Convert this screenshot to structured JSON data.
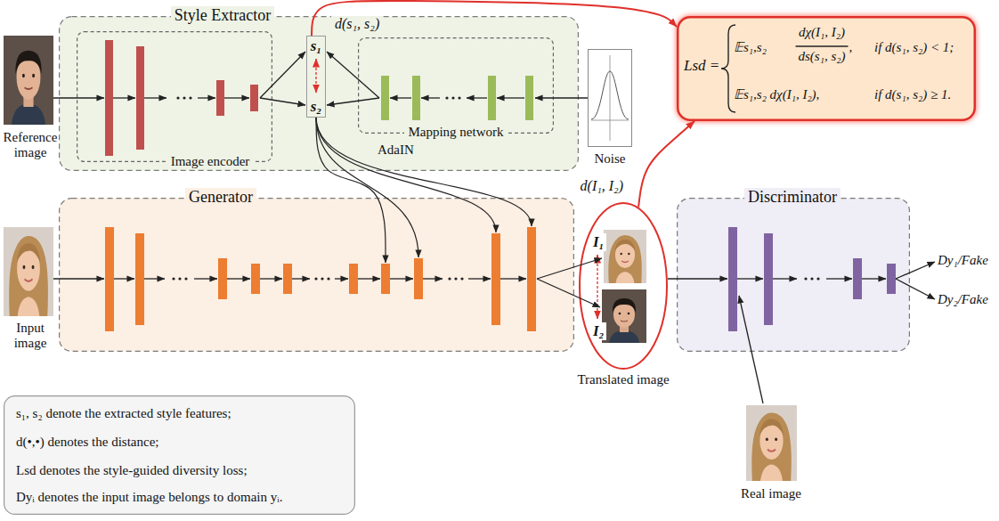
{
  "diagram": {
    "nodes": [
      {
        "text": [
          "Style Extractor"
        ]
      },
      {
        "text": [
          "Image encoder"
        ],
        "in": 0
      },
      {
        "text": [
          "s₁",
          "s₂"
        ],
        "in": 0
      },
      {
        "text": [
          "Mapping network"
        ],
        "in": 0
      },
      {
        "text": [
          "Noise"
        ]
      },
      {
        "text": [
          "Lsd =",
          "𝔼s₁,s₂",
          "dχ(I₁, I₂)",
          "ds(s₁, s₂)",
          ",",
          "if d(s₁, s₂) < 1;",
          "𝔼s₁,s₂ dχ(I₁, I₂),",
          "if d(s₁, s₂) ≥ 1."
        ]
      },
      {
        "text": [
          "Generator"
        ]
      },
      {
        "text": [
          "I₁",
          "I₂"
        ]
      },
      {
        "text": [
          "Discriminator"
        ]
      },
      {
        "text": [
          "s₁, s₂ denote the extracted style features;",
          "d(•,•) denotes the distance;",
          "Lsd denotes the style-guided diversity loss;",
          "Dyᵢ denotes the input image belongs to domain yᵢ."
        ]
      }
    ],
    "edges": [
      {
        "from": 1,
        "to": 2,
        "arrow": "to"
      },
      {
        "from": 3,
        "to": 2,
        "arrow": "to"
      },
      {
        "from": 4,
        "to": 3,
        "arrow": "to"
      },
      {
        "from": 2,
        "to": 5,
        "arrow": "to"
      },
      {
        "from": 7,
        "to": 5,
        "arrow": "to"
      },
      {
        "from": 2,
        "to": 6,
        "label": "AdaIN",
        "arrow": "to"
      },
      {
        "from": 6,
        "to": 7,
        "arrow": "to"
      },
      {
        "from": 7,
        "to": 8,
        "arrow": "to"
      }
    ],
    "labels": [
      "Reference image",
      "d(s₁, s₂)",
      "Input image",
      "d(I₁, I₂)",
      "Translated image",
      "Dy₁/Fake",
      "Dy₂/Fake",
      "Real image"
    ]
  }
}
